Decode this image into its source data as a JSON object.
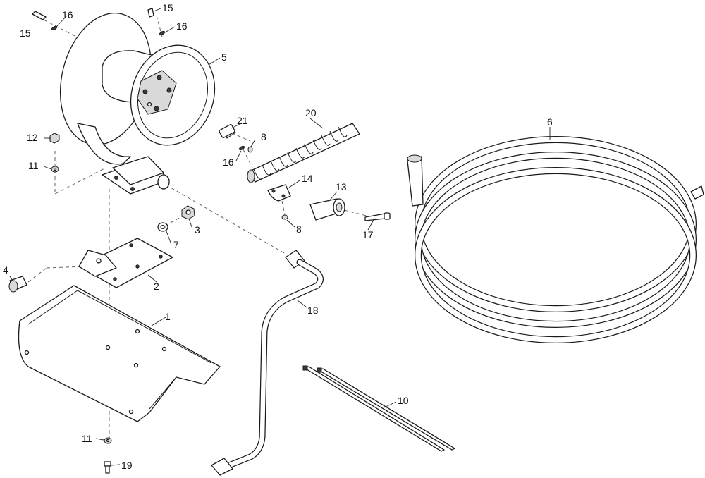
{
  "callouts": {
    "c1": "1",
    "c2": "2",
    "c3": "3",
    "c4": "4",
    "c5": "5",
    "c6": "6",
    "c7": "7",
    "c8a": "8",
    "c8b": "8",
    "c10": "10",
    "c11a": "11",
    "c11b": "11",
    "c12": "12",
    "c13": "13",
    "c14": "14",
    "c15a": "15",
    "c15b": "15",
    "c16a": "16",
    "c16b": "16",
    "c16c": "16",
    "c17": "17",
    "c18": "18",
    "c19": "19",
    "c20": "20",
    "c21": "21"
  },
  "colors": {
    "line": "#1a1a1a",
    "fill": "#ffffff",
    "shade": "#d9d9d9"
  }
}
